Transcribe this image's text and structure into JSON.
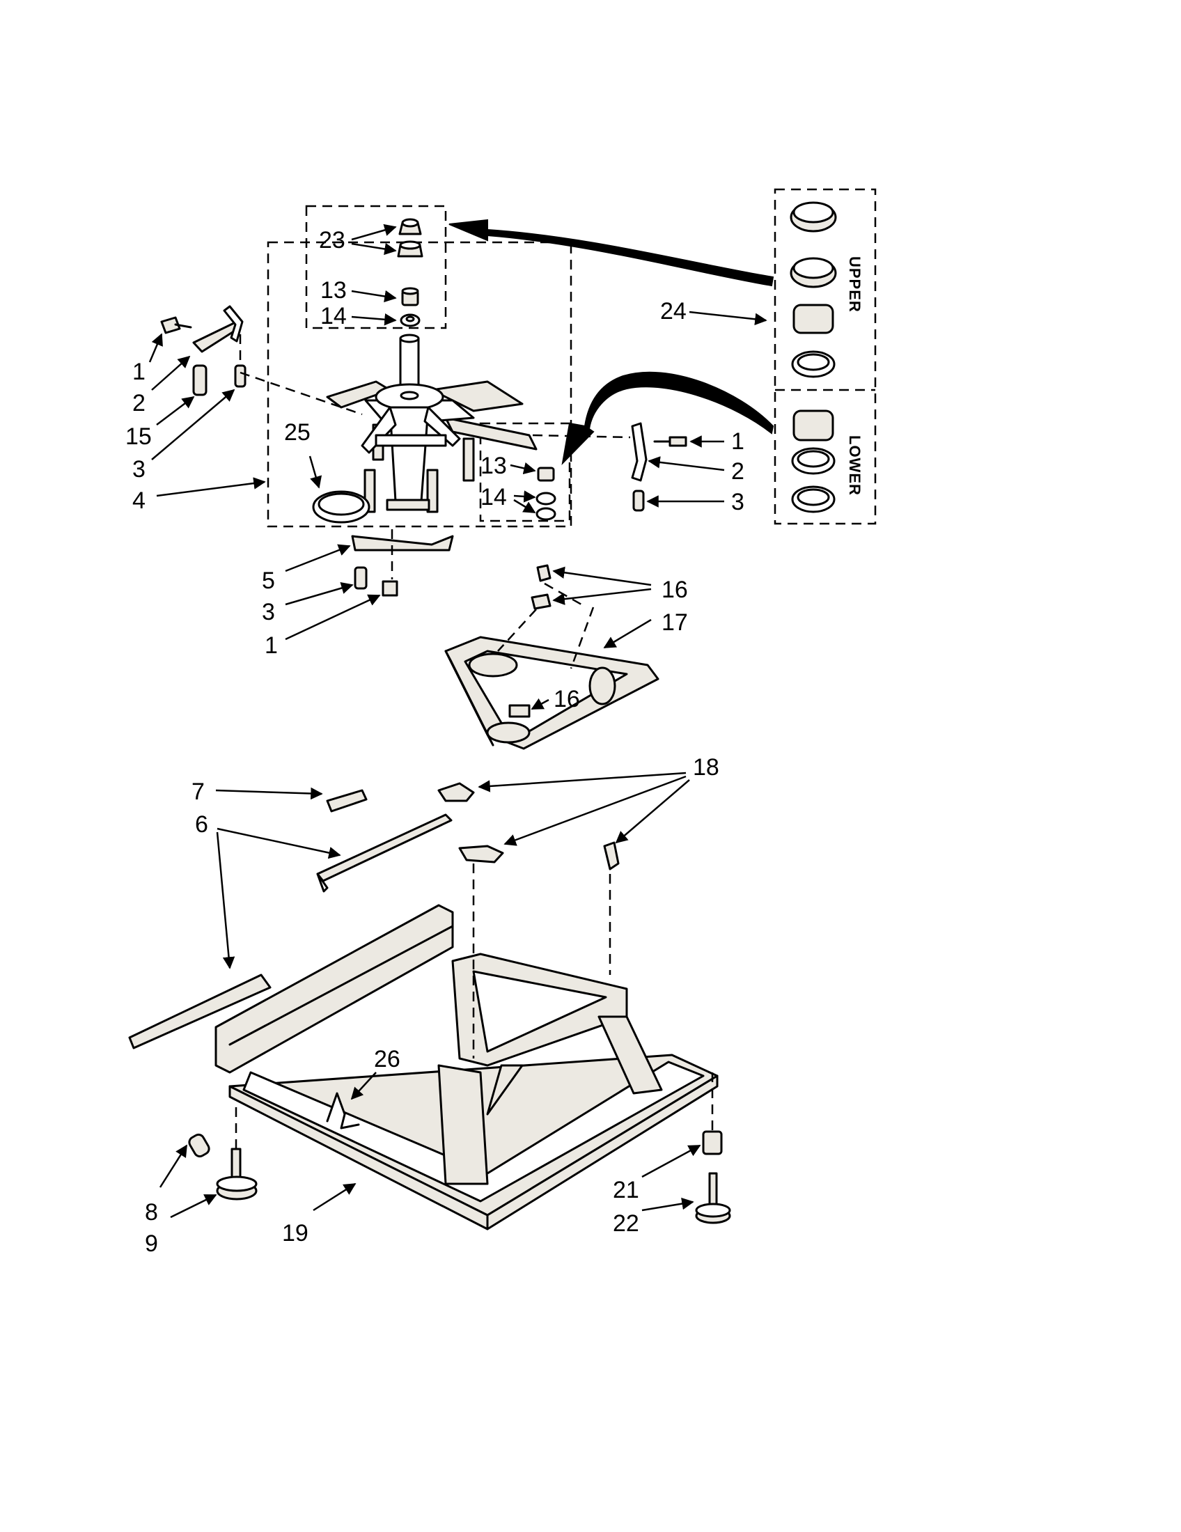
{
  "callouts": {
    "c23": "23",
    "c13a": "13",
    "c14a": "14",
    "c24": "24",
    "c1a": "1",
    "c2a": "2",
    "c15": "15",
    "c3a": "3",
    "c25": "25",
    "c4": "4",
    "c13b": "13",
    "c14b": "14",
    "c1b": "1",
    "c2b": "2",
    "c3b": "3",
    "c5": "5",
    "c3c": "3",
    "c1c": "1",
    "c16a": "16",
    "c17": "17",
    "c16b": "16",
    "c7": "7",
    "c18": "18",
    "c6": "6",
    "c26": "26",
    "c8": "8",
    "c9": "9",
    "c19": "19",
    "c21": "21",
    "c22": "22"
  },
  "kit": {
    "upper_label": "UPPER",
    "lower_label": "LOWER"
  },
  "icons": {
    "arrows": "curved-arrow-icon"
  }
}
